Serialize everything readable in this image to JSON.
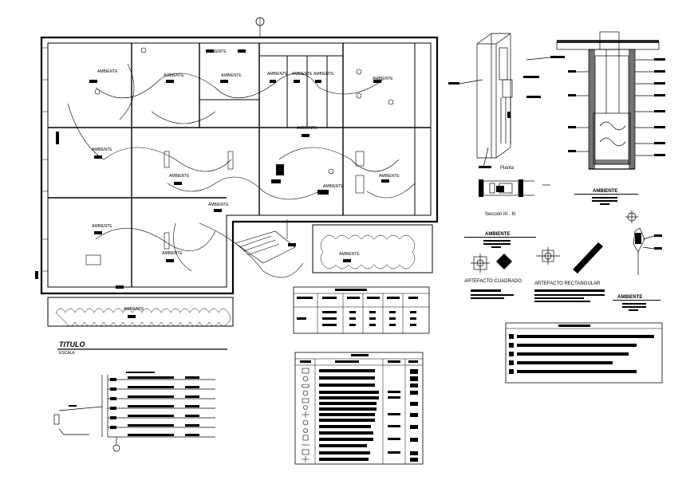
{
  "plan": {
    "room_label": "AMBIENTE",
    "title": "TITULO",
    "title_sub": "ESCALA"
  },
  "details": {
    "planta_label": "Planta",
    "section_label": "Sección III - III",
    "heading_1": "AMBIENTE",
    "heading_2": "AMBIENTE",
    "heading_3": "AMBIENTE",
    "heading_4": "AMBIENTE",
    "artifact_square": "ARTEFACTO CUADRADO",
    "artifact_rect": "ARTEFACTO RECTANGULAR"
  },
  "colors": {
    "line": "#000000",
    "paper": "#ffffff"
  }
}
